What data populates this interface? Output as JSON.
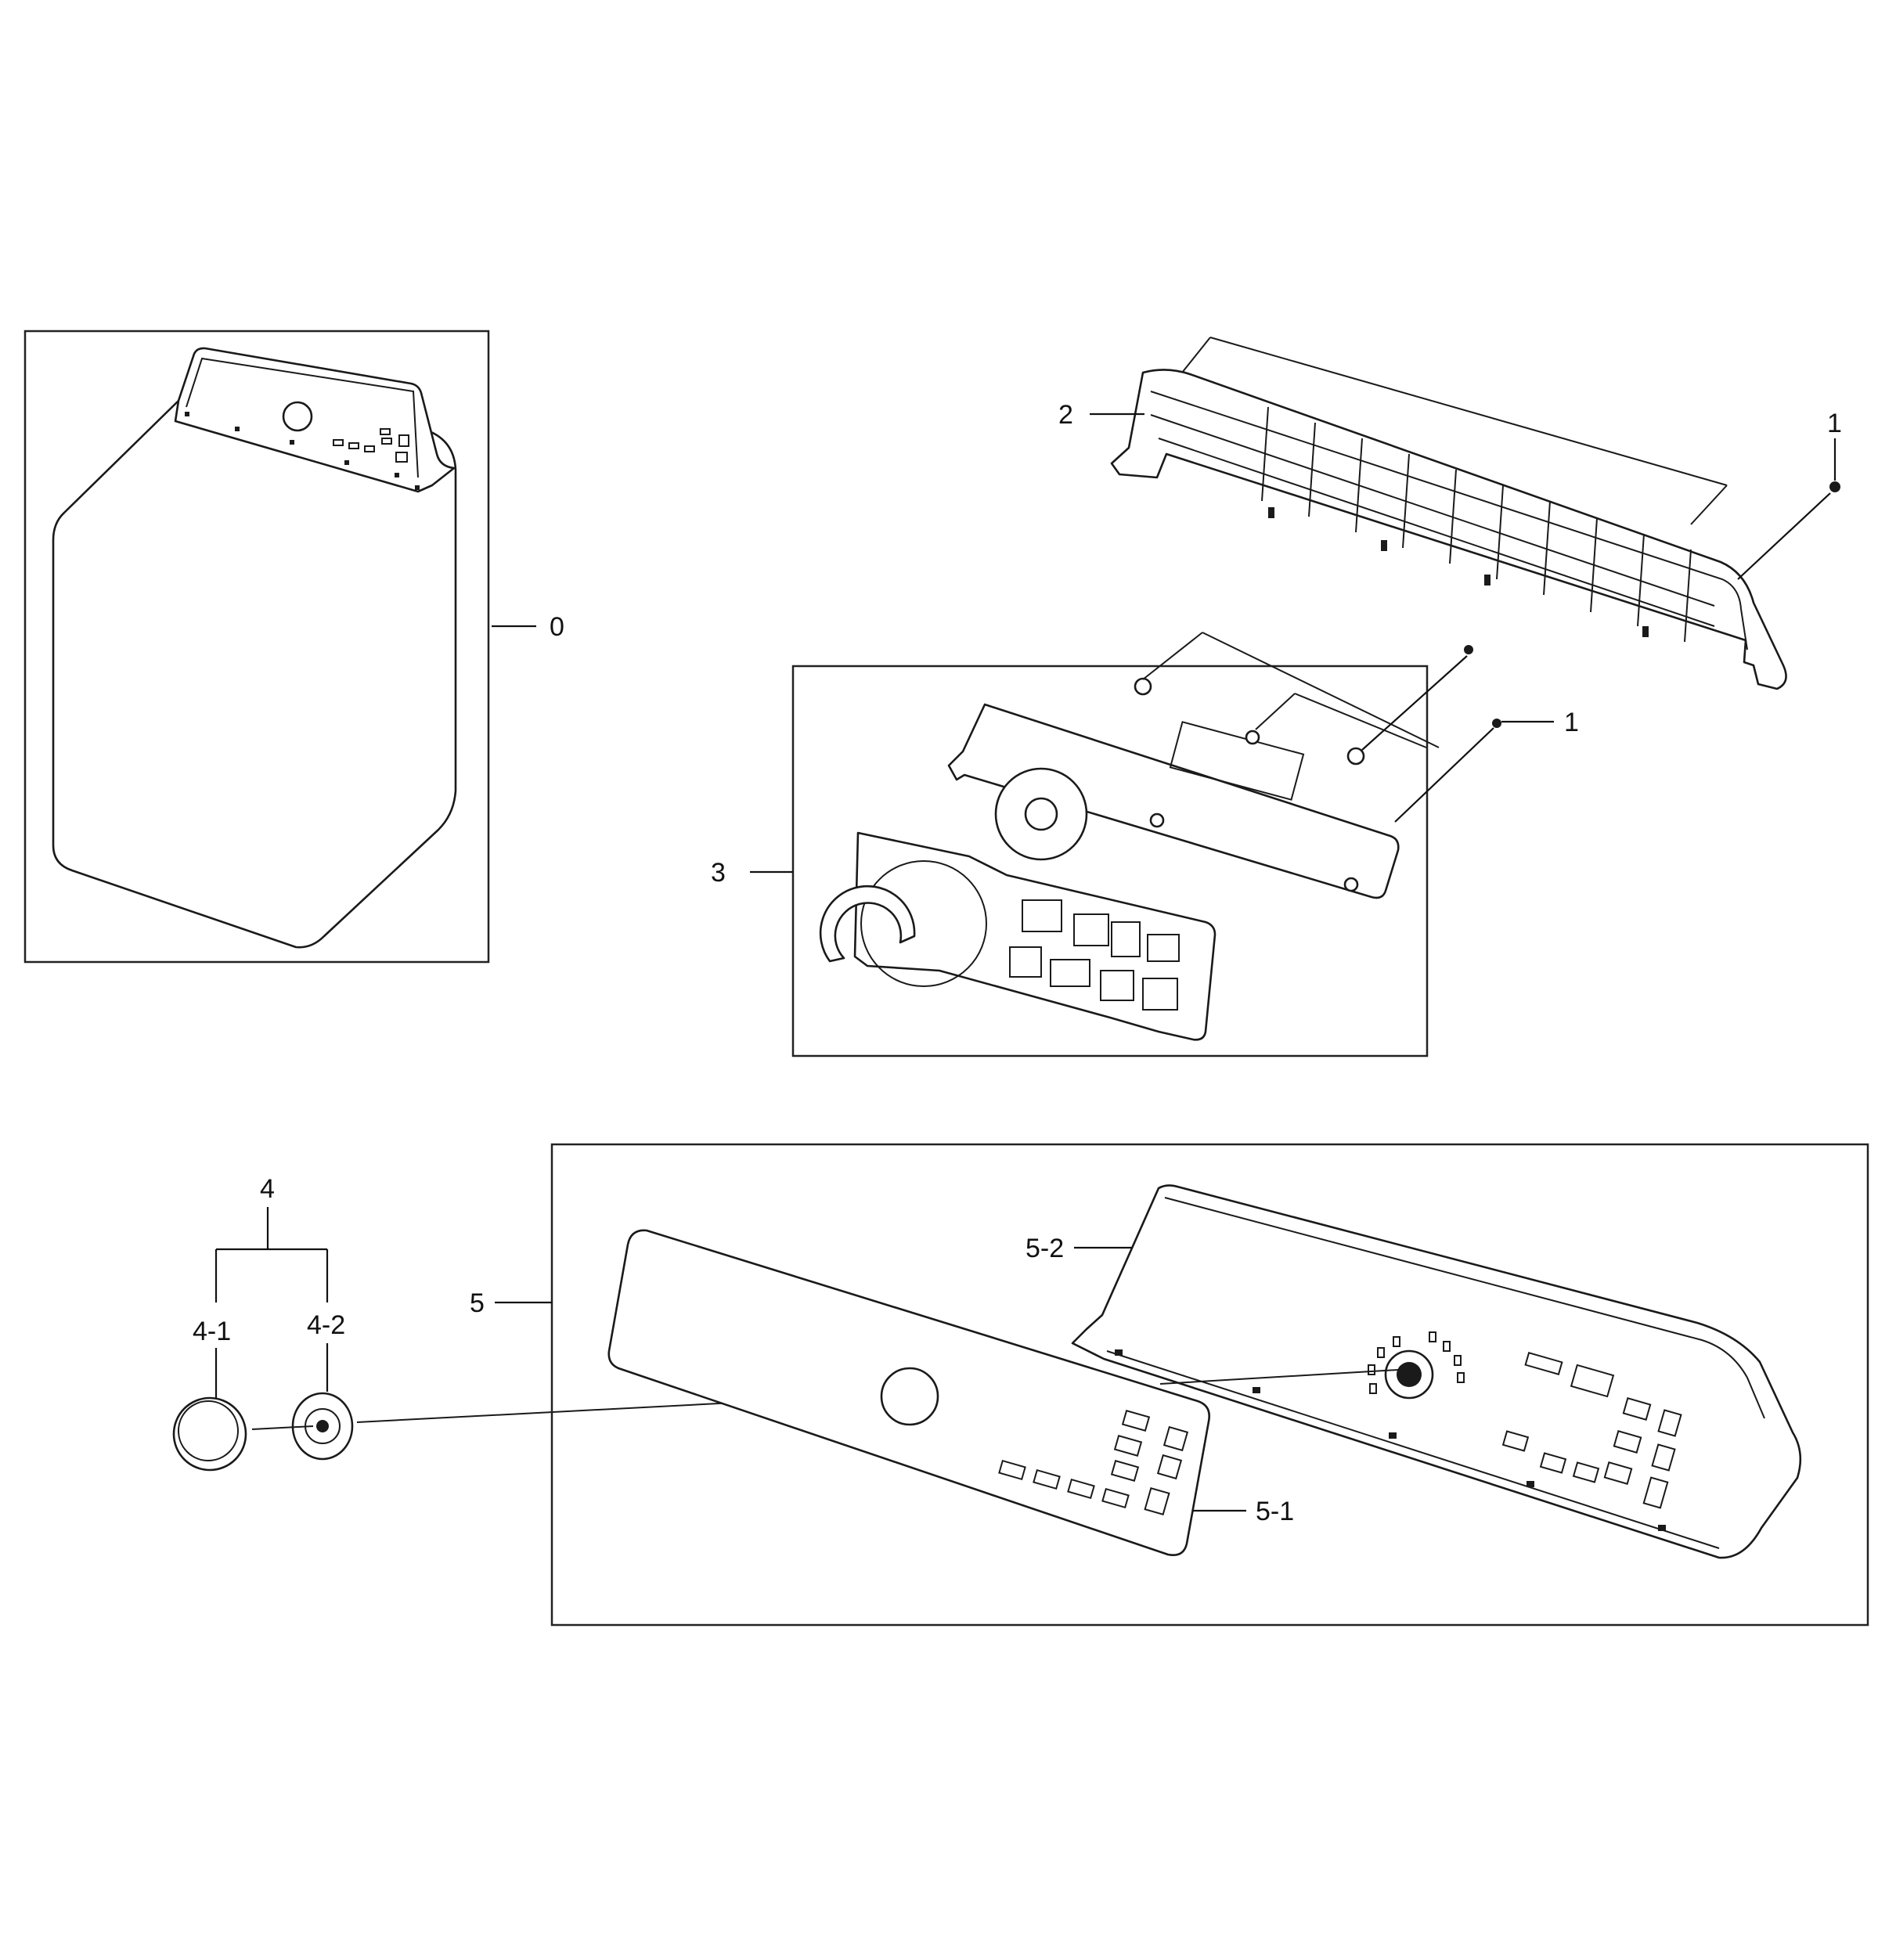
{
  "callouts": {
    "assembly_0": "0",
    "screw_top": "1",
    "screw_mid": "1",
    "frame_2": "2",
    "pcb_3": "3",
    "knob_4": "4",
    "knob_cap_4_1": "4-1",
    "knob_base_4_2": "4-2",
    "panel_5": "5",
    "overlay_5_1": "5-1",
    "panel_body_5_2": "5-2"
  }
}
